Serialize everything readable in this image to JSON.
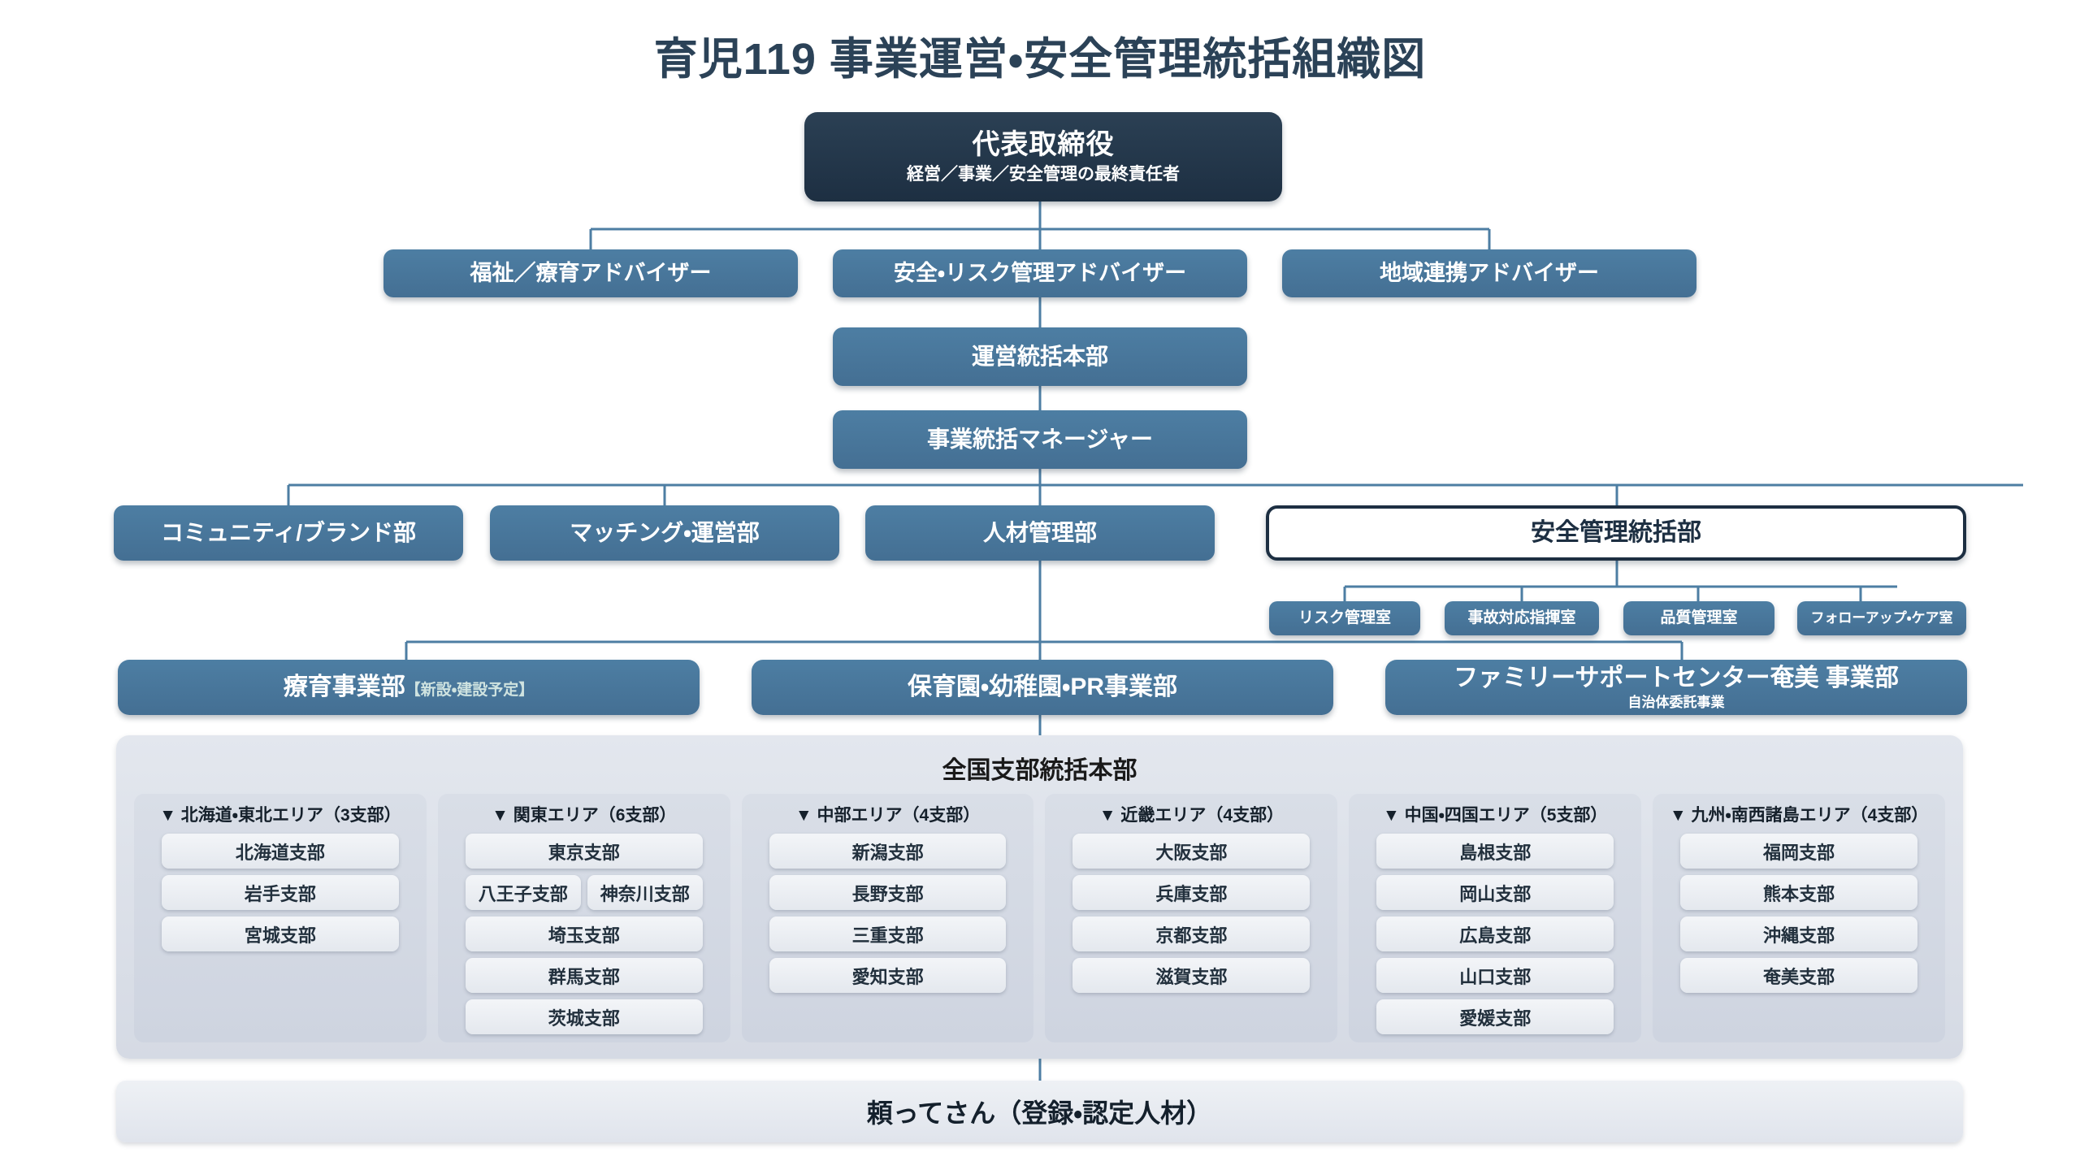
{
  "title": "育児119 事業運営・安全管理統括組織図",
  "colors": {
    "title_text": "#2b4257",
    "executive_box": "#1d2f42",
    "node_blue": "#4d7ea3",
    "safety_border": "#1d2f42",
    "panel_bg": "#d5dae4",
    "chip_bg": "#eef1f6",
    "connector_line": "#4d7ea3",
    "new_tag_text": "#cfe3e0"
  },
  "executive": {
    "title": "代表取締役",
    "subtitle": "経営／事業／安全管理の最終責任者"
  },
  "advisors": [
    {
      "label": "福祉／療育アドバイザー"
    },
    {
      "label": "安全・リスク管理アドバイザー"
    },
    {
      "label": "地域連携アドバイザー"
    }
  ],
  "headquarters": {
    "label": "運営統括本部"
  },
  "manager": {
    "label": "事業統括マネージャー"
  },
  "departments": [
    {
      "label": "コミュニティ/ブランド部"
    },
    {
      "label": "マッチング・運営部"
    },
    {
      "label": "人材管理部"
    }
  ],
  "safety": {
    "label": "安全管理統括部",
    "units": [
      {
        "label": "リスク管理室"
      },
      {
        "label": "事故対応指揮室"
      },
      {
        "label": "品質管理室"
      },
      {
        "label": "フォローアップ・ケア室"
      }
    ]
  },
  "divisions": [
    {
      "label": "療育事業部",
      "tag": "【新設・建設予定】",
      "subtitle": ""
    },
    {
      "label": "保育園・幼稚園・PR事業部",
      "tag": "",
      "subtitle": ""
    },
    {
      "label": "ファミリーサポートセンター奄美 事業部",
      "tag": "",
      "subtitle": "自治体委託事業"
    }
  ],
  "branch_hq": {
    "title": "全国支部統括本部",
    "areas": [
      {
        "head": "▼ 北海道・東北エリア（3支部）",
        "rows": [
          [
            "北海道支部"
          ],
          [
            "岩手支部"
          ],
          [
            "宮城支部"
          ]
        ]
      },
      {
        "head": "▼ 関東エリア（6支部）",
        "rows": [
          [
            "東京支部"
          ],
          [
            "八王子支部",
            "神奈川支部"
          ],
          [
            "埼玉支部"
          ],
          [
            "群馬支部"
          ],
          [
            "茨城支部"
          ]
        ]
      },
      {
        "head": "▼ 中部エリア（4支部）",
        "rows": [
          [
            "新潟支部"
          ],
          [
            "長野支部"
          ],
          [
            "三重支部"
          ],
          [
            "愛知支部"
          ]
        ]
      },
      {
        "head": "▼ 近畿エリア（4支部）",
        "rows": [
          [
            "大阪支部"
          ],
          [
            "兵庫支部"
          ],
          [
            "京都支部"
          ],
          [
            "滋賀支部"
          ]
        ]
      },
      {
        "head": "▼ 中国・四国エリア（5支部）",
        "rows": [
          [
            "島根支部"
          ],
          [
            "岡山支部"
          ],
          [
            "広島支部"
          ],
          [
            "山口支部"
          ],
          [
            "愛媛支部"
          ]
        ]
      },
      {
        "head": "▼ 九州・南西諸島エリア（4支部）",
        "rows": [
          [
            "福岡支部"
          ],
          [
            "熊本支部"
          ],
          [
            "沖縄支部"
          ],
          [
            "奄美支部"
          ]
        ]
      }
    ]
  },
  "footer": {
    "label": "頼ってさん（登録・認定人材）"
  }
}
